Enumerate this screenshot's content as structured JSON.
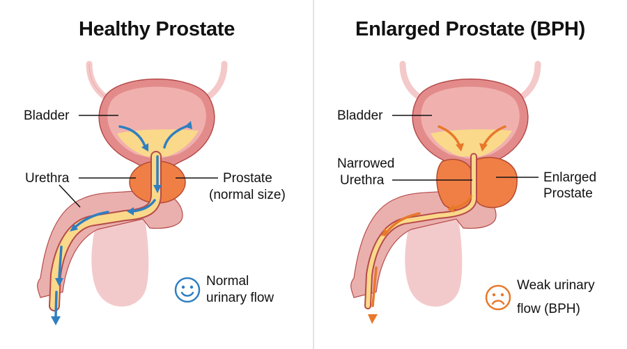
{
  "colors": {
    "bladder_wall": "#e38b8b",
    "bladder_outline": "#b54a4a",
    "bladder_inner": "#f0b1ae",
    "urine": "#fad98a",
    "prostate": "#f07f45",
    "prostate_outline": "#b24a32",
    "tissue": "#eab0ad",
    "scrotum": "#f3cacb",
    "ureter": "#f4c9c9",
    "healthy_arrow": "#2f7fc0",
    "bph_arrow": "#e8782a",
    "divider": "#e3e3e3"
  },
  "panels": {
    "healthy": {
      "title": "Healthy Prostate",
      "labels": {
        "bladder": "Bladder",
        "urethra": "Urethra",
        "prostate_line1": "Prostate",
        "prostate_line2": "(normal size)"
      },
      "legend": {
        "icon": "smiley-face-icon",
        "line1": "Normal",
        "line2": "urinary flow"
      }
    },
    "bph": {
      "title": "Enlarged Prostate (BPH)",
      "labels": {
        "bladder": "Bladder",
        "urethra_line1": "Narrowed",
        "urethra_line2": "Urethra",
        "prostate_line1": "Enlarged",
        "prostate_line2": "Prostate"
      },
      "legend": {
        "icon": "sad-face-icon",
        "line1": "Weak urinary",
        "line2": "flow (BPH)"
      }
    }
  }
}
